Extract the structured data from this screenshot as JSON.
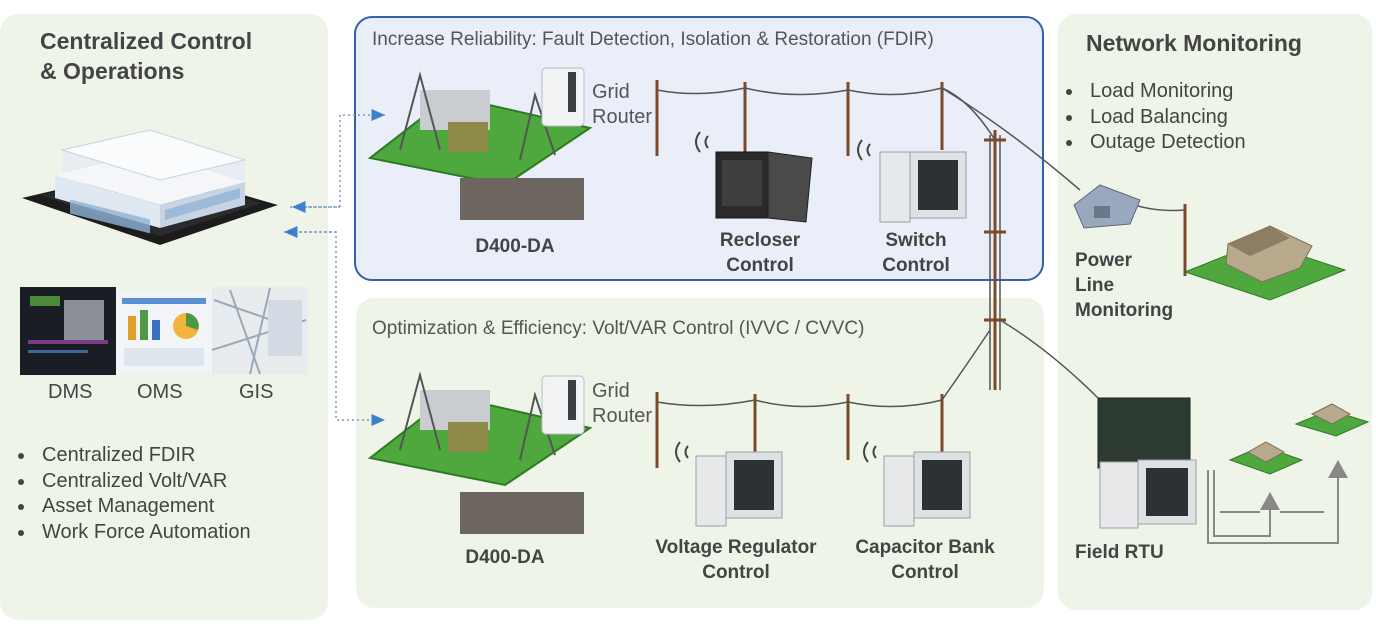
{
  "left": {
    "title_line1": "Centralized Control",
    "title_line2": "& Operations",
    "screens": [
      "DMS",
      "OMS",
      "GIS"
    ],
    "bullets": [
      "Centralized FDIR",
      "Centralized Volt/VAR",
      "Asset Management",
      "Work Force Automation"
    ]
  },
  "top": {
    "title": "Increase Reliability: Fault Detection, Isolation & Restoration (FDIR)",
    "router_line1": "Grid",
    "router_line2": "Router",
    "substation_label": "D400-DA",
    "device1_line1": "Recloser",
    "device1_line2": "Control",
    "device2_line1": "Switch",
    "device2_line2": "Control"
  },
  "bottom": {
    "title": "Optimization & Efficiency: Volt/VAR Control (IVVC / CVVC)",
    "router_line1": "Grid",
    "router_line2": "Router",
    "substation_label": "D400-DA",
    "device1_line1": "Voltage Regulator",
    "device1_line2": "Control",
    "device2_line1": "Capacitor Bank",
    "device2_line2": "Control"
  },
  "right": {
    "title": "Network Monitoring",
    "bullets": [
      "Load Monitoring",
      "Load Balancing",
      "Outage Detection"
    ],
    "sensor_line1": "Power",
    "sensor_line2": "Line",
    "sensor_line3": "Monitoring",
    "rtu_label": "Field RTU"
  },
  "colors": {
    "panel_green": "#eef5e8",
    "panel_blue": "#e9eef8",
    "border_blue": "#3560a8",
    "arrow_blue": "#3f7fd0",
    "grass": "#4fa83d",
    "text": "#444444"
  }
}
